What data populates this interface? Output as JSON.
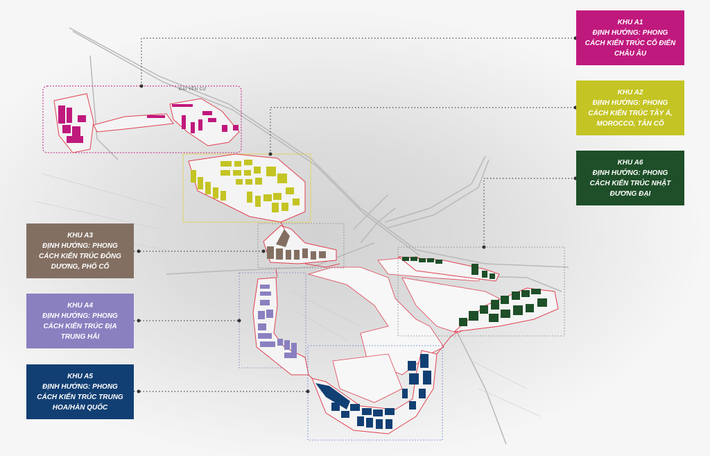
{
  "colors": {
    "a1": "#c0197d",
    "a2": "#c4c424",
    "a3": "#836f62",
    "a4": "#8a80c0",
    "a5": "#123f73",
    "a6": "#1e4f28",
    "boundary": "#e04050",
    "leader": "#444444"
  },
  "map_labels": {
    "road": "ĐẠI YÊN CỰ"
  },
  "zones": [
    {
      "id": "a1",
      "name": "KHU A1",
      "lines": [
        "ĐỊNH HƯỚNG: PHONG",
        "CÁCH KIẾN TRÚC CỔ ĐIỂN",
        "CHÂU ÂU"
      ]
    },
    {
      "id": "a2",
      "name": "KHU A2",
      "lines": [
        "ĐỊNH HƯỚNG: PHONG",
        "CÁCH KIẾN TRÚC TÂY Á,",
        "MOROCCO, TÂN CỔ"
      ]
    },
    {
      "id": "a6",
      "name": "KHU A6",
      "lines": [
        "ĐỊNH HƯỚNG: PHONG",
        "CÁCH KIẾN TRÚC NHẬT",
        "ĐƯƠNG ĐẠI"
      ]
    },
    {
      "id": "a3",
      "name": "KHU A3",
      "lines": [
        "ĐỊNH HƯỚNG: PHONG",
        "CÁCH KIẾN TRÚC ĐÔNG",
        "DƯƠNG, PHỐ CỔ"
      ]
    },
    {
      "id": "a4",
      "name": "KHU A4",
      "lines": [
        "ĐỊNH HƯỚNG: PHONG",
        "CÁCH KIẾN TRÚC ĐỊA",
        "TRUNG HẢI"
      ]
    },
    {
      "id": "a5",
      "name": "KHU A5",
      "lines": [
        "ĐỊNH HƯỚNG: PHONG",
        "CÁCH KIẾN TRÚC TRUNG",
        "HOA/HÀN QUỐC"
      ]
    }
  ]
}
